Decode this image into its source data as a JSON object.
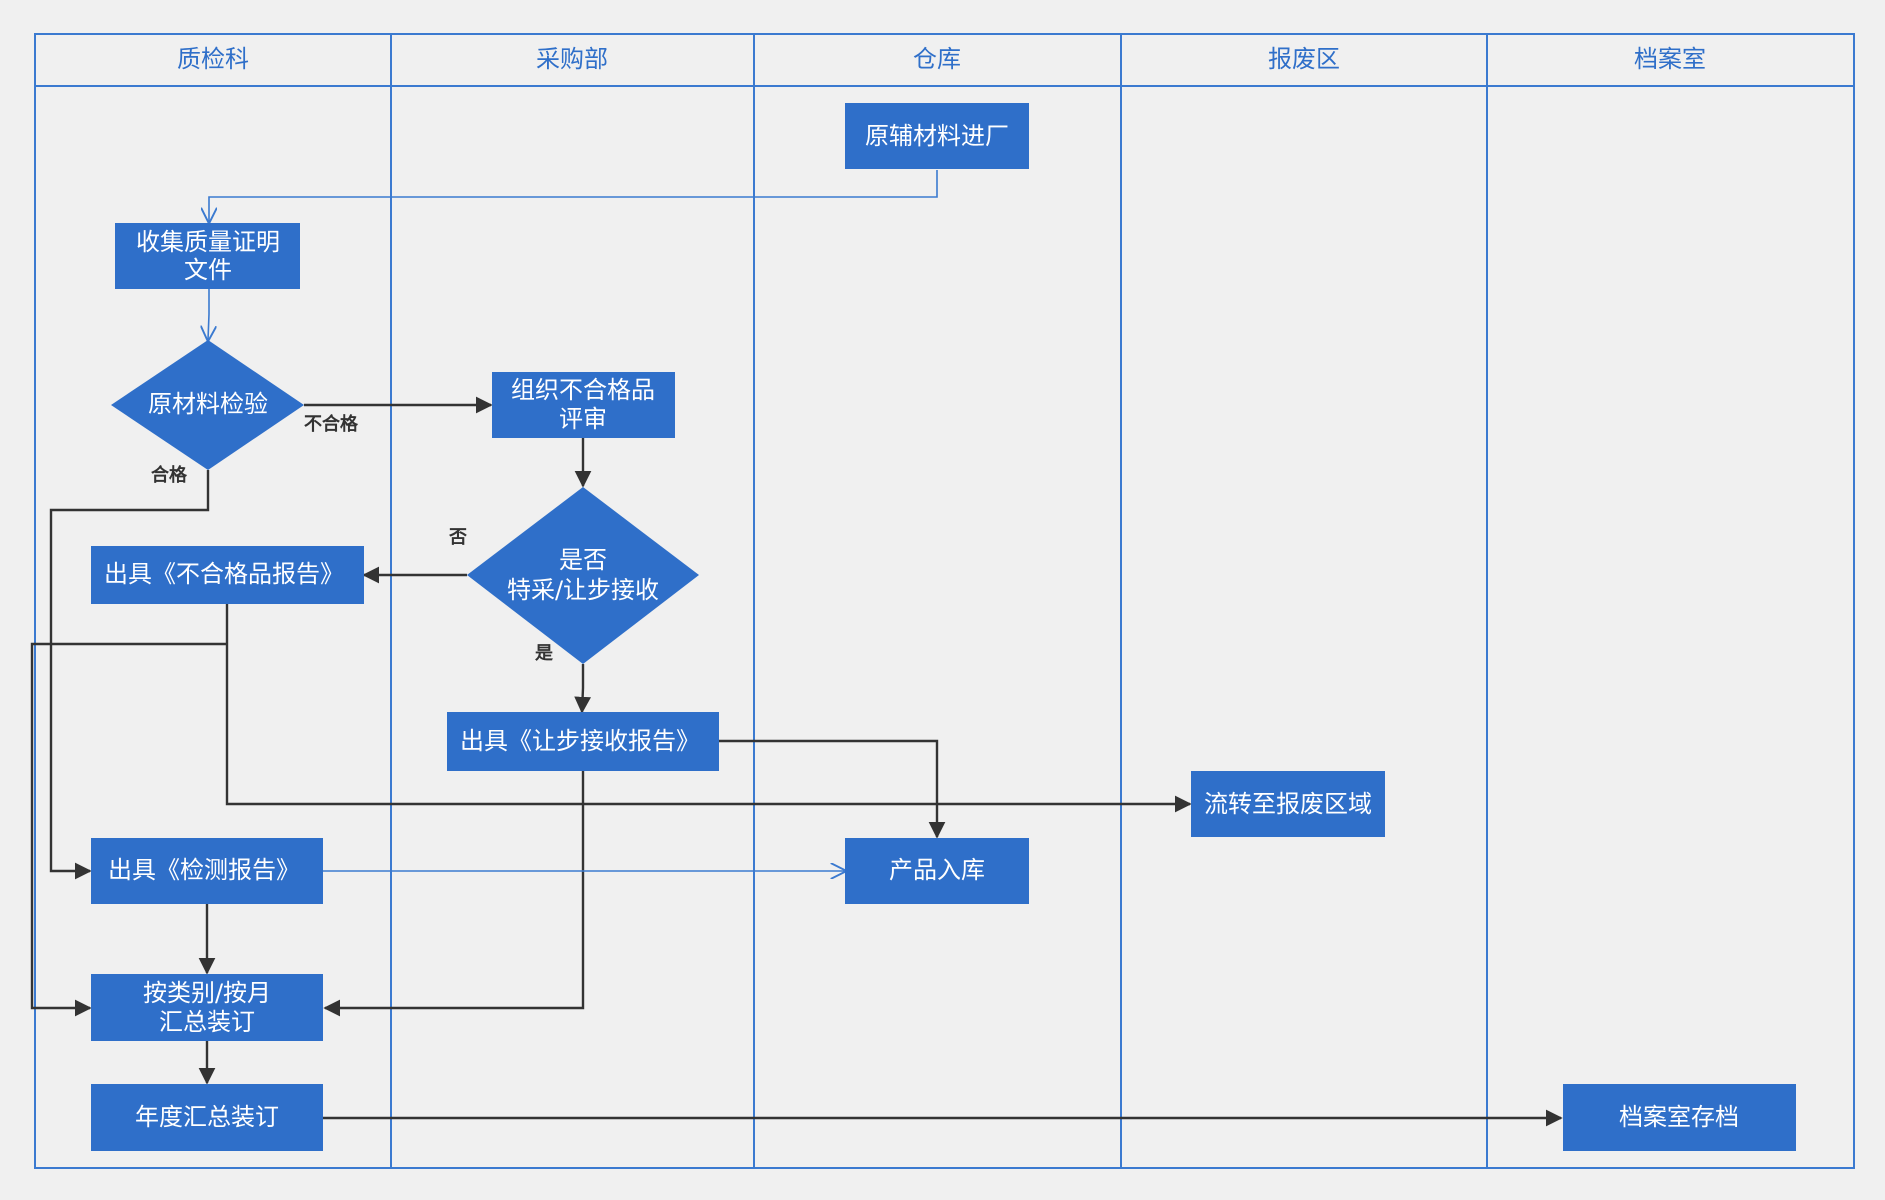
{
  "lanes": [
    "质检科",
    "采购部",
    "仓库",
    "报废区",
    "档案室"
  ],
  "nodes": {
    "raw_in": "原辅材料进厂",
    "collect_cert": [
      "收集质量证明",
      "文件"
    ],
    "inspect": "原材料检验",
    "review": [
      "组织不合格品",
      "评审"
    ],
    "concession_q": [
      "是否",
      "特采/让步接收"
    ],
    "nc_report": "出具《不合格品报告》",
    "concession_report": "出具《让步接收报告》",
    "scrap": "流转至报废区域",
    "test_report": "出具《检测报告》",
    "storage": "产品入库",
    "monthly_bind": [
      "按类别/按月",
      "汇总装订"
    ],
    "annual_bind": "年度汇总装订",
    "archive": "档案室存档"
  },
  "edge_labels": {
    "unqualified": "不合格",
    "qualified": "合格",
    "no": "否",
    "yes": "是"
  },
  "colors": {
    "background": "#f0f0f0",
    "lane_border": "#3b7ad0",
    "lane_title": "#2f6fc9",
    "node_fill": "#2f6fc9",
    "node_text": "#ffffff",
    "dark_connector": "#333333",
    "blue_connector": "#3b7ad0"
  }
}
